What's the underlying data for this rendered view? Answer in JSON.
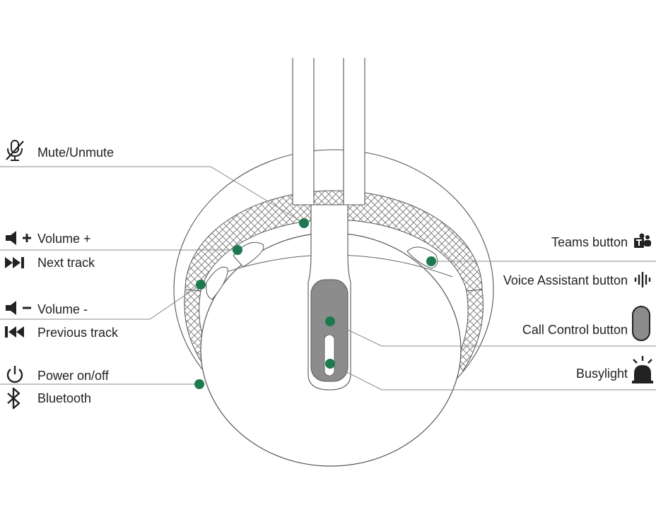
{
  "labels": {
    "mute": "Mute/Unmute",
    "volume_up": "Volume +",
    "next_track": "Next track",
    "volume_down": "Volume -",
    "previous_track": "Previous track",
    "power": "Power on/off",
    "bluetooth": "Bluetooth",
    "teams": "Teams button",
    "voice_assistant": "Voice Assistant button",
    "call_control": "Call Control button",
    "busylight": "Busylight"
  },
  "icons": {
    "mute": "microphone-muted-icon",
    "volume_up": "speaker-plus-icon",
    "next_track": "skip-forward-icon",
    "volume_down": "speaker-minus-icon",
    "previous_track": "skip-back-icon",
    "power": "power-icon",
    "bluetooth": "bluetooth-icon",
    "teams": "teams-logo-icon",
    "voice_assistant": "voice-waveform-icon",
    "call_control": "call-control-pill-icon",
    "busylight": "busylight-beacon-icon"
  },
  "colors": {
    "marker": "#1e7a4e",
    "line": "#8a8a8a",
    "call_control_fill": "#8c8c8c",
    "text": "#222222"
  }
}
